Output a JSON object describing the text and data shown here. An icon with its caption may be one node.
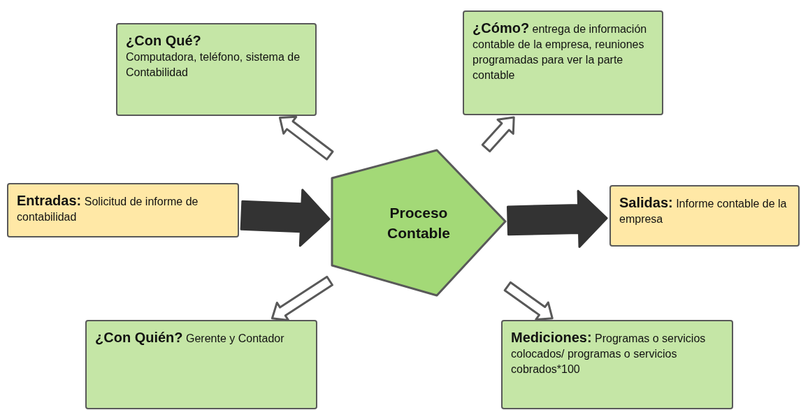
{
  "diagram": {
    "nodes": [
      {
        "text": [
          "¿Con Qué?",
          "Computadora, teléfono, sistema de Contabilidad"
        ]
      },
      {
        "text": [
          "¿Cómo?",
          "entrega de información contable de la empresa, reuniones programadas para ver la parte contable"
        ]
      },
      {
        "text": [
          "Entradas:",
          "Solicitud de informe de contabilidad"
        ]
      },
      {
        "text": [
          "Proceso Contable"
        ]
      },
      {
        "text": [
          "Salidas:",
          "Informe contable de la empresa"
        ]
      },
      {
        "text": [
          "¿Con Quién?",
          "Gerente y Contador"
        ]
      },
      {
        "text": [
          "Mediciones:",
          "Programas o servicios colocados/ programas o servicios cobrados*100"
        ]
      }
    ],
    "edges": [
      {
        "from": 2,
        "to": 3,
        "arrow": "to",
        "style": "thick"
      },
      {
        "from": 3,
        "to": 4,
        "arrow": "to",
        "style": "thick"
      },
      {
        "from": 3,
        "to": 0,
        "arrow": "to"
      },
      {
        "from": 3,
        "to": 1,
        "arrow": "to"
      },
      {
        "from": 3,
        "to": 5,
        "arrow": "to"
      },
      {
        "from": 3,
        "to": 6,
        "arrow": "to"
      }
    ]
  }
}
